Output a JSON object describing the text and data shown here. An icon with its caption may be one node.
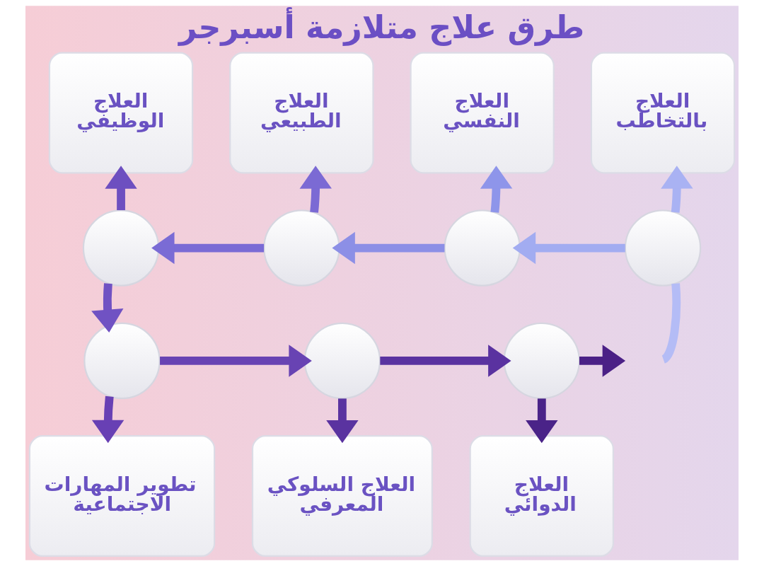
{
  "diagram": {
    "title": "طرق علاج متلازمة أسبرجر",
    "nodes": [
      {
        "text": [
          "العلاج بالتخاطب"
        ]
      },
      {
        "text": [
          "العلاج النفسي"
        ]
      },
      {
        "text": [
          "العلاج الطبيعي"
        ]
      },
      {
        "text": [
          "العلاج الوظيفي"
        ]
      },
      {
        "text": [],
        "shape": "circle"
      },
      {
        "text": [],
        "shape": "circle"
      },
      {
        "text": [],
        "shape": "circle"
      },
      {
        "text": [],
        "shape": "circle"
      },
      {
        "text": [],
        "shape": "circle"
      },
      {
        "text": [],
        "shape": "circle"
      },
      {
        "text": [],
        "shape": "circle"
      },
      {
        "text": [
          "العلاج الدوائي"
        ]
      },
      {
        "text": [
          "العلاج السلوكي المعرفي"
        ]
      },
      {
        "text": [
          "تطوير المهارات الاجتماعية"
        ]
      }
    ],
    "edges": [
      {
        "from": null,
        "to": 4,
        "arrow": "none",
        "color": "#b4bcf6"
      },
      {
        "from": 4,
        "to": 5,
        "arrow": "to",
        "color": "#a2acf1"
      },
      {
        "from": 5,
        "to": 6,
        "arrow": "to",
        "color": "#8c8fe6"
      },
      {
        "from": 6,
        "to": 7,
        "arrow": "to",
        "color": "#7a6bd5"
      },
      {
        "from": 7,
        "to": 10,
        "arrow": "to",
        "color": "#7052c3"
      },
      {
        "from": 10,
        "to": 9,
        "arrow": "to",
        "color": "#6843b3"
      },
      {
        "from": 9,
        "to": 8,
        "arrow": "to",
        "color": "#5a32a0"
      },
      {
        "from": 8,
        "to": null,
        "arrow": "to",
        "color": "#4b2086"
      },
      {
        "from": 4,
        "to": 0,
        "arrow": "to",
        "color": "#a9b2f3"
      },
      {
        "from": 5,
        "to": 1,
        "arrow": "to",
        "color": "#8e95ea"
      },
      {
        "from": 6,
        "to": 2,
        "arrow": "to",
        "color": "#7b6ad4"
      },
      {
        "from": 7,
        "to": 3,
        "arrow": "to",
        "color": "#6d4fc0"
      },
      {
        "from": 10,
        "to": 13,
        "arrow": "to",
        "color": "#6840b4"
      },
      {
        "from": 9,
        "to": 12,
        "arrow": "to",
        "color": "#5a33a0"
      },
      {
        "from": 8,
        "to": 11,
        "arrow": "to",
        "color": "#4a2388"
      }
    ]
  }
}
